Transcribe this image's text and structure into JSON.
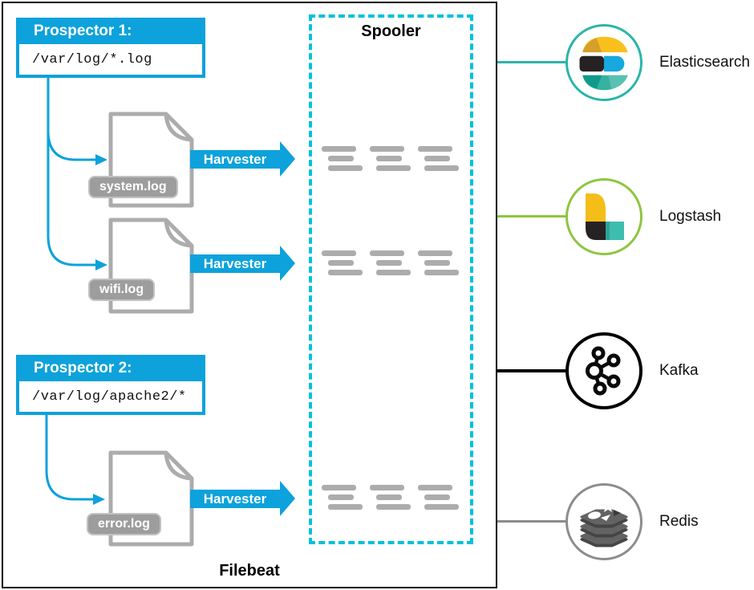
{
  "filebeat": {
    "label": "Filebeat"
  },
  "spooler": {
    "label": "Spooler"
  },
  "labels": {
    "harvester": "Harvester"
  },
  "prospectors": [
    {
      "title": "Prospector 1:",
      "path": "/var/log/*.log"
    },
    {
      "title": "Prospector 2:",
      "path": "/var/log/apache2/*"
    }
  ],
  "files": [
    "system.log",
    "wifi.log",
    "error.log"
  ],
  "outputs": [
    {
      "name": "Elasticsearch",
      "icon": "elasticsearch-icon",
      "ring_color": "#2BB5A8"
    },
    {
      "name": "Logstash",
      "icon": "logstash-icon",
      "ring_color": "#8DC63F"
    },
    {
      "name": "Kafka",
      "icon": "kafka-icon",
      "ring_color": "#000000"
    },
    {
      "name": "Redis",
      "icon": "redis-icon",
      "ring_color": "#8C8C8C"
    }
  ],
  "colors": {
    "accent_blue": "#0DA2DB",
    "spooler_dash": "#00C1DC",
    "doc_gray": "#ACACAC",
    "label_gray": "#9D9D9D"
  }
}
